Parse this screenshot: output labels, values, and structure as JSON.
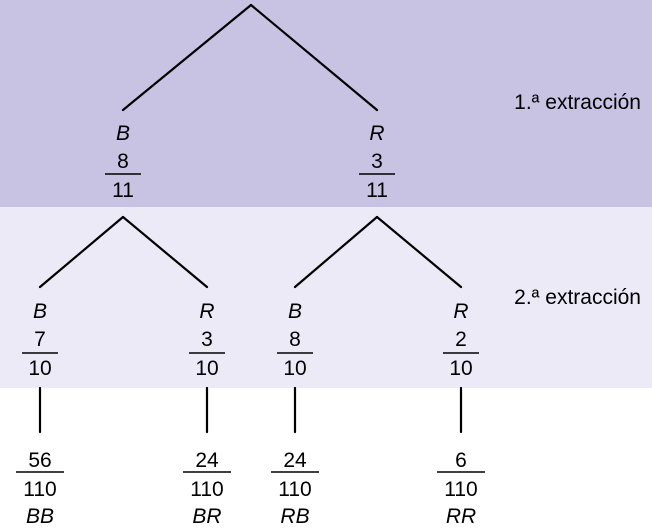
{
  "stages": [
    {
      "label": "1.ª extracción"
    },
    {
      "label": "2.ª extracción"
    }
  ],
  "colors": {
    "band_first": "#c8c3e3",
    "band_second": "#eceaf7",
    "ink": "#000000"
  },
  "first_draw": [
    {
      "id": "b",
      "label": "B",
      "num": "8",
      "den": "11"
    },
    {
      "id": "r",
      "label": "R",
      "num": "3",
      "den": "11"
    }
  ],
  "second_draw": [
    {
      "id": "bb",
      "parent": "b",
      "label": "B",
      "num": "7",
      "den": "10"
    },
    {
      "id": "br",
      "parent": "b",
      "label": "R",
      "num": "3",
      "den": "10"
    },
    {
      "id": "rb",
      "parent": "r",
      "label": "B",
      "num": "8",
      "den": "10"
    },
    {
      "id": "rr",
      "parent": "r",
      "label": "R",
      "num": "2",
      "den": "10"
    }
  ],
  "outcomes": [
    {
      "id": "bb",
      "num": "56",
      "den": "110",
      "label": "BB"
    },
    {
      "id": "br",
      "num": "24",
      "den": "110",
      "label": "BR"
    },
    {
      "id": "rb",
      "num": "24",
      "den": "110",
      "label": "RB"
    },
    {
      "id": "rr",
      "num": "6",
      "den": "110",
      "label": "RR"
    }
  ]
}
